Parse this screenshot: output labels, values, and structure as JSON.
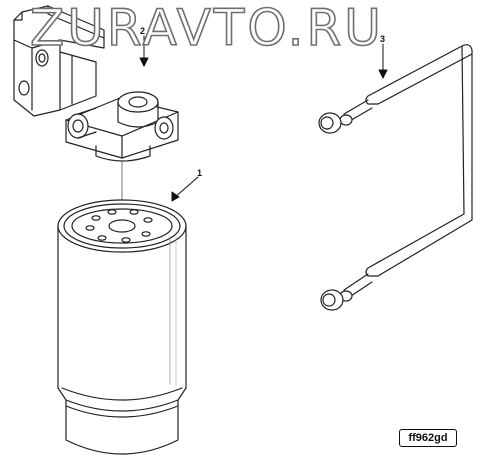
{
  "watermark": "ZURAVTO.RU",
  "callouts": {
    "filter": "1",
    "head": "2",
    "wrench": "3"
  },
  "figure_code": "ff962gd",
  "colors": {
    "line": "#222222",
    "watermark_stroke": "#6f6f6f",
    "background": "#ffffff"
  }
}
